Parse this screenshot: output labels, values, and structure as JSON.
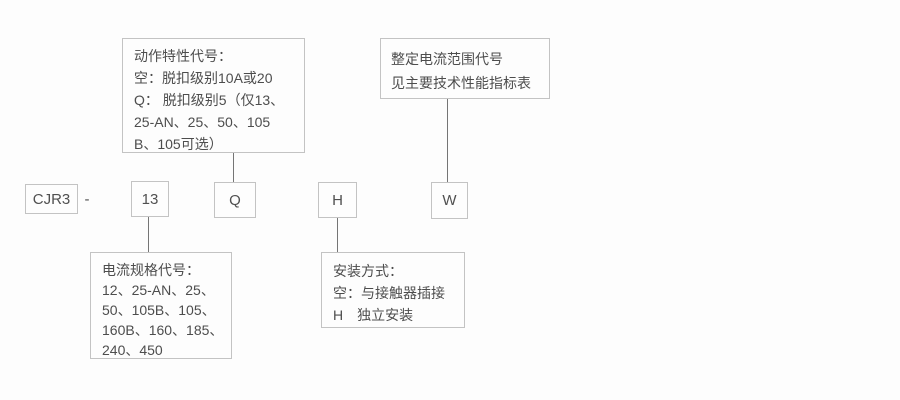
{
  "colors": {
    "background": "#fdfdfd",
    "box_border": "#c3c3c3",
    "connector_line": "#757575",
    "text": "#4d4d4d"
  },
  "model_row": {
    "prefix": "CJR3",
    "separator": "-",
    "codes": [
      "13",
      "Q",
      "H",
      "W"
    ]
  },
  "callouts": {
    "action_characteristic": {
      "lines": [
        "动作特性代号：",
        "空：脱扣级别10A或20",
        "Q： 脱扣级别5（仅13、",
        "25-AN、25、50、105",
        "B、105可选）"
      ]
    },
    "current_range": {
      "lines": [
        "整定电流范围代号",
        "见主要技术性能指标表"
      ]
    },
    "current_spec": {
      "lines": [
        "电流规格代号：",
        "12、25-AN、25、",
        "50、105B、105、",
        "160B、160、185、",
        "240、450"
      ]
    },
    "mounting": {
      "lines": [
        "安装方式：",
        "空：与接触器插接",
        "H　独立安装"
      ]
    }
  }
}
